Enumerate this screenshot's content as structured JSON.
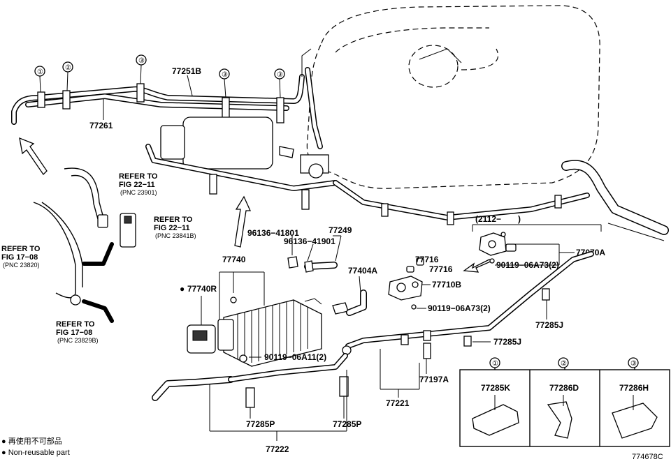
{
  "labels": {
    "p1": "①",
    "p2": "②",
    "p3a": "③",
    "p3b": "③",
    "p3c": "③",
    "pn_77251B": "77251B",
    "pn_77261": "77261",
    "pn_77740": "77740",
    "pn_77740R": "77740R",
    "pn_96136_41801": "96136−41801",
    "pn_96136_41901": "96136−41901",
    "pn_77249": "77249",
    "pn_77404A": "77404A",
    "pn_77716a": "77716",
    "pn_77716b": "77716",
    "pn_77710B": "77710B",
    "pn_77070A": "77070A",
    "pn_90119_06A73a": "90119−06A73(2)",
    "pn_90119_06A73b": "90119−06A73(2)",
    "pn_90119_06A11": "90119−06A11(2)",
    "pn_77285J_a": "77285J",
    "pn_77285J_b": "77285J",
    "pn_77197A": "77197A",
    "pn_77221": "77221",
    "pn_77222": "77222",
    "pn_77285P_a": "77285P",
    "pn_77285P_b": "77285P",
    "date_range": "(2112−　　)"
  },
  "refs": {
    "r1_l1": "REFER TO",
    "r1_l2": "FIG 22−11",
    "r1_l3": "(PNC 23901)",
    "r2_l1": "REFER TO",
    "r2_l2": "FIG 22−11",
    "r2_l3": "(PNC 23841B)",
    "r3_l1": "REFER TO",
    "r3_l2": "FIG 17−08",
    "r3_l3": "(PNC 23820)",
    "r4_l1": "REFER TO",
    "r4_l2": "FIG 17−08",
    "r4_l3": "(PNC 23829B)"
  },
  "inset": {
    "c1": "①",
    "c2": "②",
    "c3": "③",
    "pn1": "77285K",
    "pn2": "77286D",
    "pn3": "77286H"
  },
  "legend": {
    "jp": "● 再使用不可部品",
    "en": "● Non-reusable part"
  },
  "figure_id": "774678C",
  "nonreusable_marker": "●"
}
